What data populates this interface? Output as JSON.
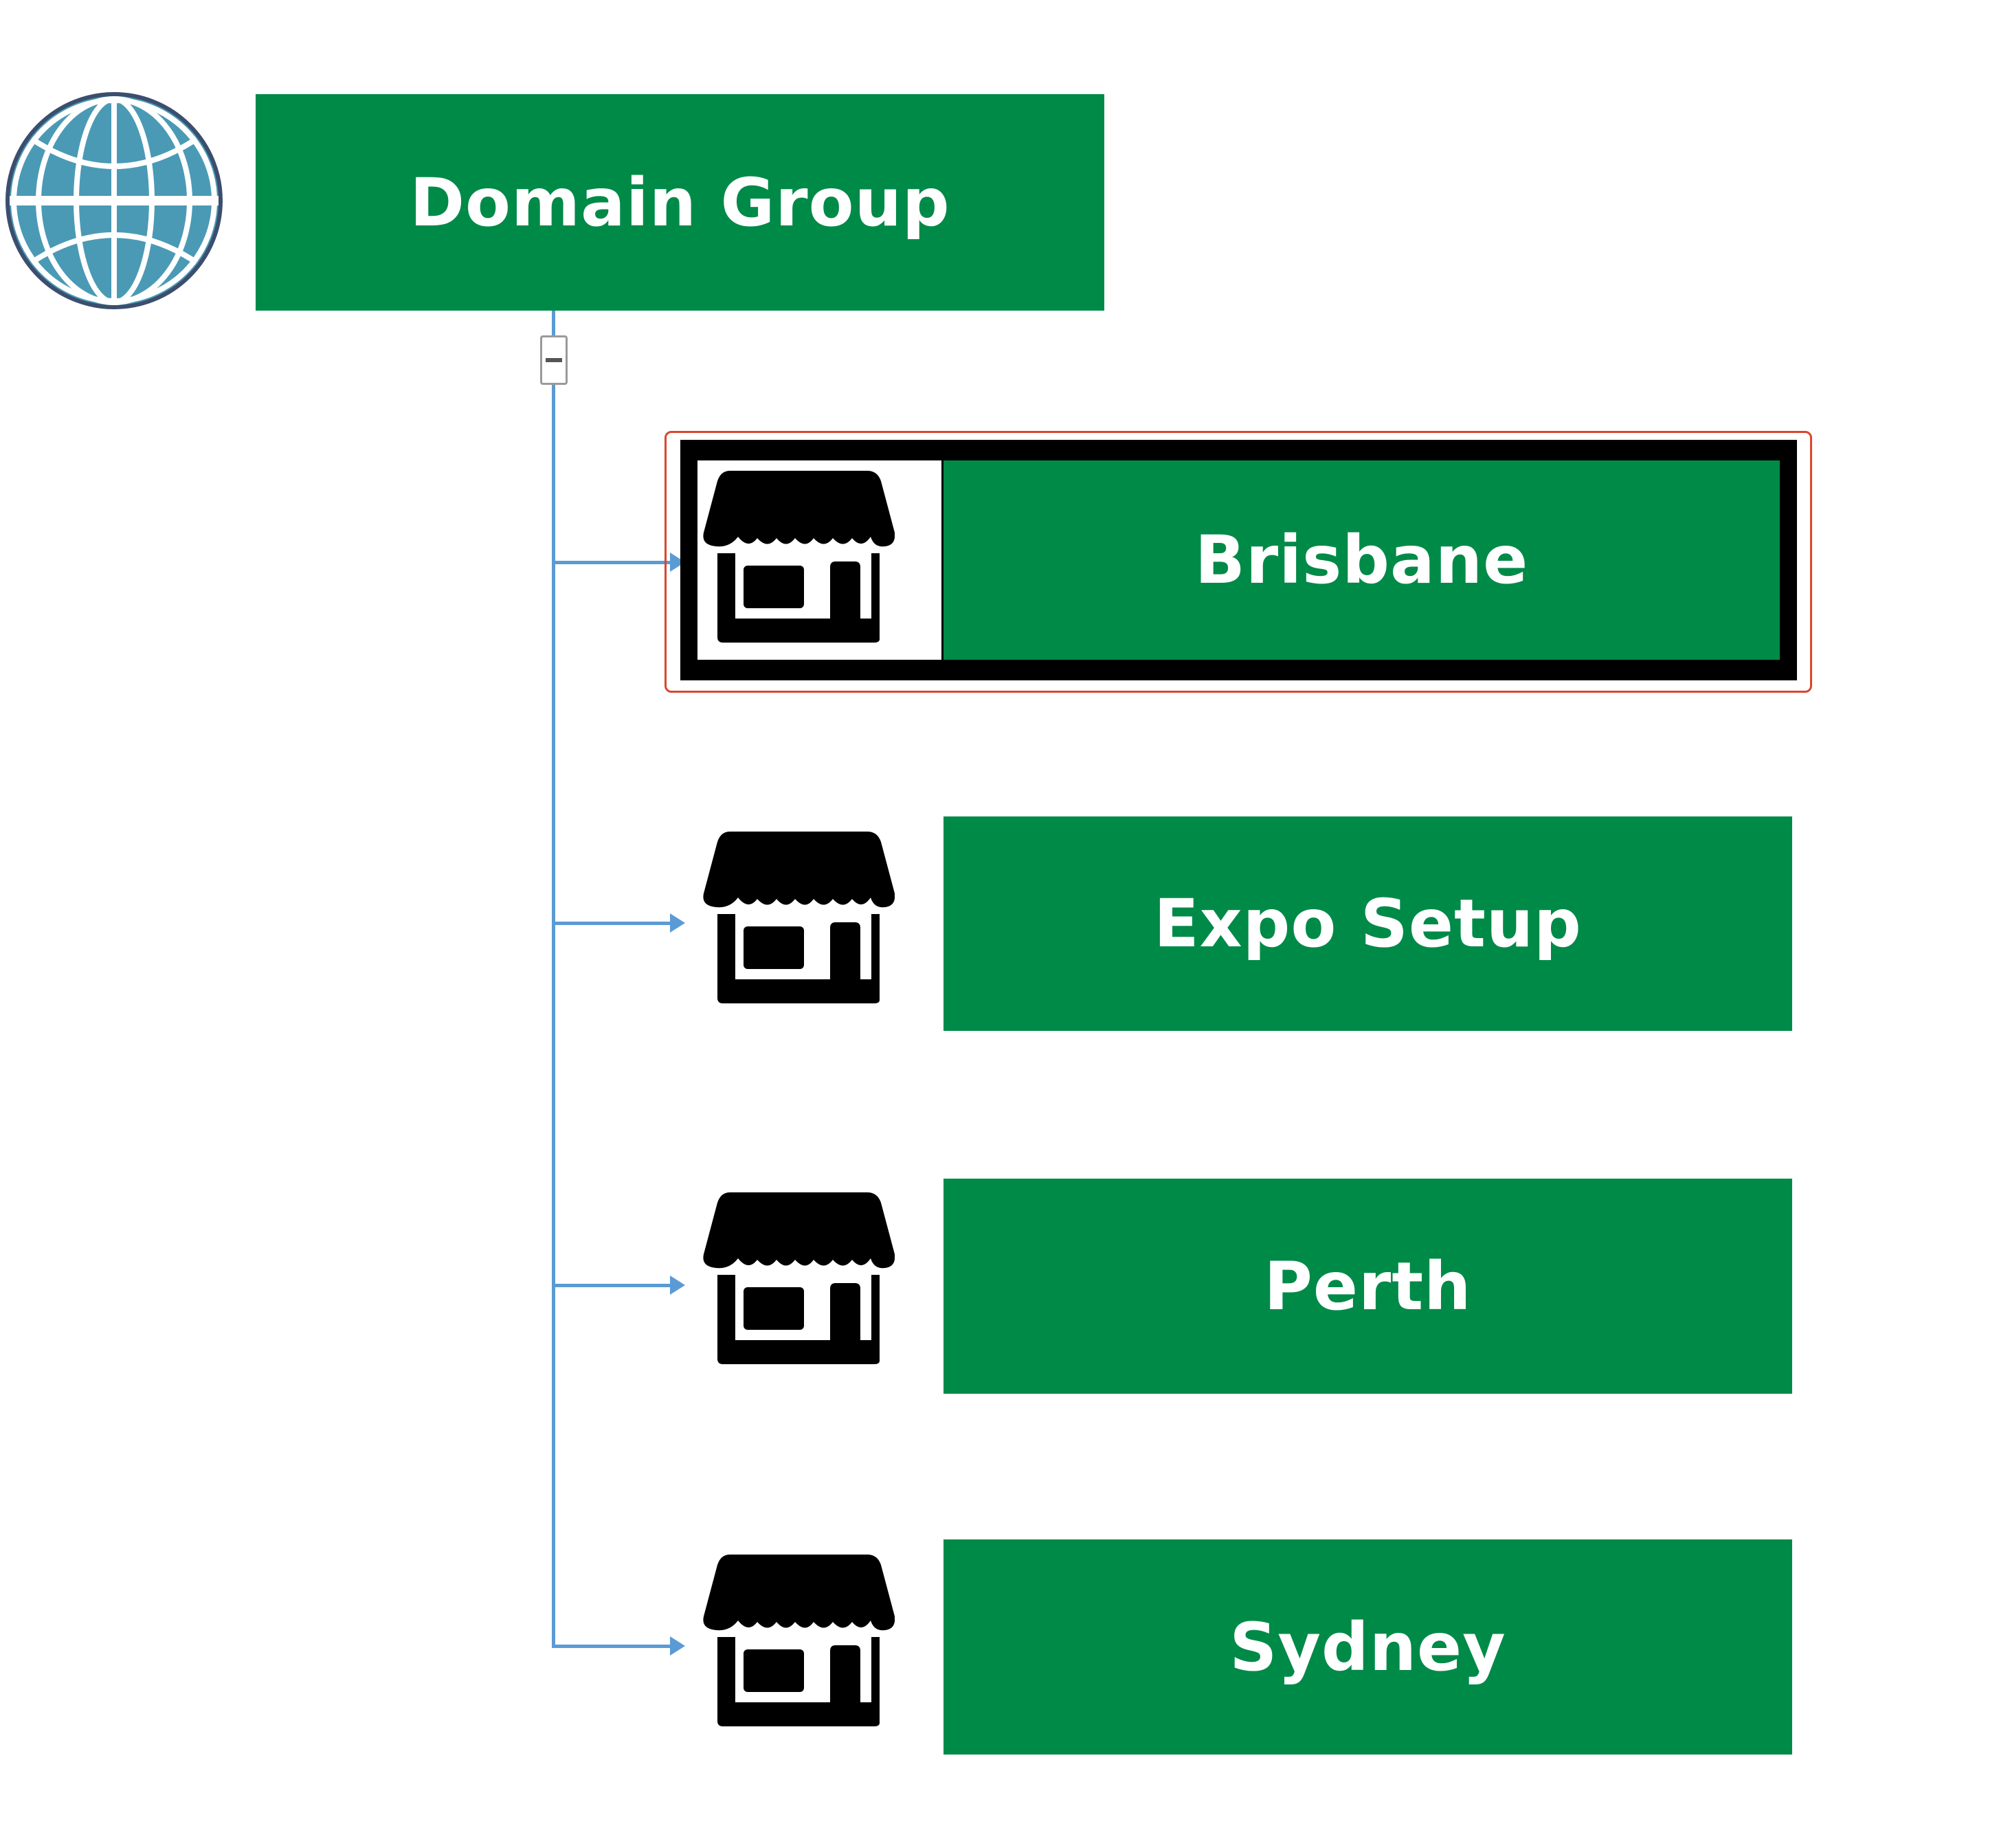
{
  "root": {
    "label": "Domain Group",
    "icon": "globe-icon",
    "expanded": true,
    "collapse_toggle": "collapse-icon"
  },
  "children": [
    {
      "label": "Brisbane",
      "icon": "store-icon",
      "selected": true
    },
    {
      "label": "Expo Setup",
      "icon": "store-icon",
      "selected": false
    },
    {
      "label": "Perth",
      "icon": "store-icon",
      "selected": false
    },
    {
      "label": "Sydney",
      "icon": "store-icon",
      "selected": false
    }
  ],
  "colors": {
    "node_fill": "#008a48",
    "node_text": "#ffffff",
    "connector": "#5b9bd5",
    "selection_outline": "#d9472b",
    "globe_fill": "#4a9ab5"
  }
}
